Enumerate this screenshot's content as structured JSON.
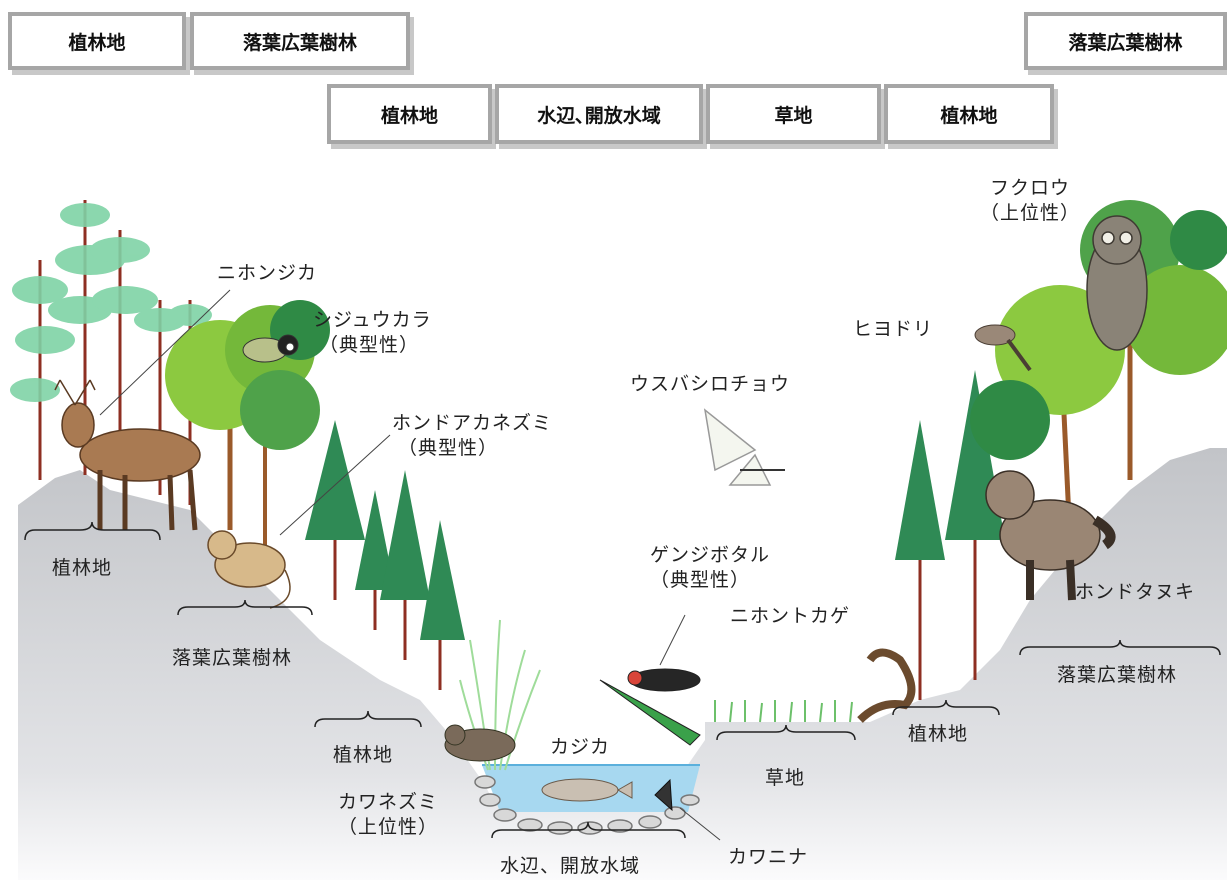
{
  "top_tabs": {
    "row1": [
      "植林地",
      "落葉広葉樹林",
      "落葉広葉樹林"
    ],
    "row2": [
      "植林地",
      "水辺､開放水域",
      "草地",
      "植林地"
    ]
  },
  "species": {
    "nihonjika": "ニホンジカ",
    "shijuukara": "シジュウカラ",
    "shijuukara_role": "（典型性）",
    "hondoakanezumi": "ホンドアカネズミ",
    "hondoakanezumi_role": "（典型性）",
    "usubashirochou": "ウスバシロチョウ",
    "fukurou": "フクロウ",
    "fukurou_role": "（上位性）",
    "hiyodori": "ヒヨドリ",
    "genjibotaru": "ゲンジボタル",
    "genjibotaru_role": "（典型性）",
    "nihontokage": "ニホントカゲ",
    "hondotanuki": "ホンドタヌキ",
    "kajika": "カジカ",
    "kawanezumi": "カワネズミ",
    "kawanezumi_role": "（上位性）",
    "kawanina": "カワニナ"
  },
  "habitats": {
    "left_plantation": "植林地",
    "left_broadleaf": "落葉広葉樹林",
    "lower_plantation": "植林地",
    "water": "水辺、開放水域",
    "grassland": "草地",
    "right_plantation": "植林地",
    "right_broadleaf": "落葉広葉樹林"
  },
  "colors": {
    "hill_gray": "#c9cbcf",
    "water_blue": "#9fd3ee",
    "pine_green": "#2f8a55",
    "broadleaf_green": "#7fc241",
    "trunk_red": "#9a3b2a"
  }
}
